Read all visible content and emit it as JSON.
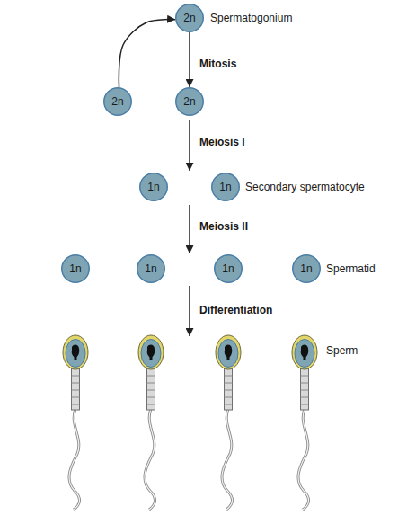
{
  "diagram": {
    "nodes": [
      {
        "text": [
          "2n"
        ]
      },
      {
        "text": [
          "2n"
        ]
      },
      {
        "text": [
          "2n"
        ]
      },
      {
        "text": [
          "1n"
        ]
      },
      {
        "text": [
          "1n"
        ]
      },
      {
        "text": [
          "1n"
        ]
      },
      {
        "text": [
          "1n"
        ]
      },
      {
        "text": [
          "1n"
        ]
      },
      {
        "text": [
          "1n"
        ]
      }
    ],
    "edges": [
      {
        "from": 1,
        "to": 0,
        "arrow": "to"
      },
      {
        "from": 0,
        "to": 2,
        "label": "Mitosis",
        "arrow": "to"
      }
    ],
    "labels": [
      "Spermatogonium",
      "Meiosis I",
      "Secondary spermatocyte",
      "Meiosis II",
      "Spermatid",
      "Differentiation",
      "Sperm"
    ]
  }
}
